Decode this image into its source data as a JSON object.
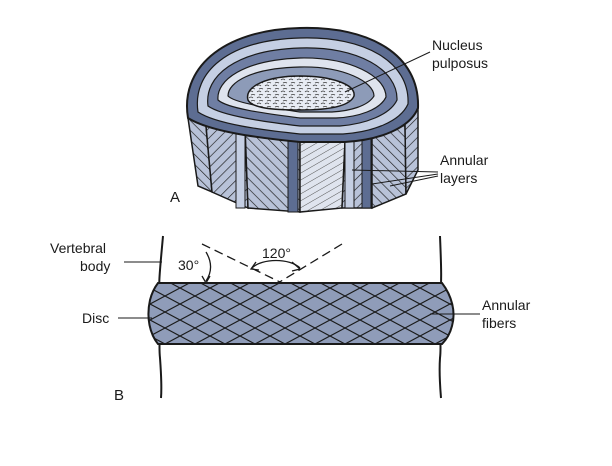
{
  "panel_a": {
    "letter": "A",
    "labels": {
      "nucleus_line1": "Nucleus",
      "nucleus_line2": "pulposus",
      "annular_layers_line1": "Annular",
      "annular_layers_line2": "layers"
    }
  },
  "panel_b": {
    "letter": "B",
    "labels": {
      "vertebral_line1": "Vertebral",
      "vertebral_line2": "body",
      "disc": "Disc",
      "angle_30": "30°",
      "angle_120": "120°",
      "annular_fibers_line1": "Annular",
      "annular_fibers_line2": "fibers"
    }
  },
  "colors": {
    "ink": "#1a1a1a",
    "disc_fill": "#8d9bb8",
    "ring_light": "#c5cfe3",
    "ring_dark": "#5d6d92",
    "nucleus_fill": "#e8ecf4"
  }
}
